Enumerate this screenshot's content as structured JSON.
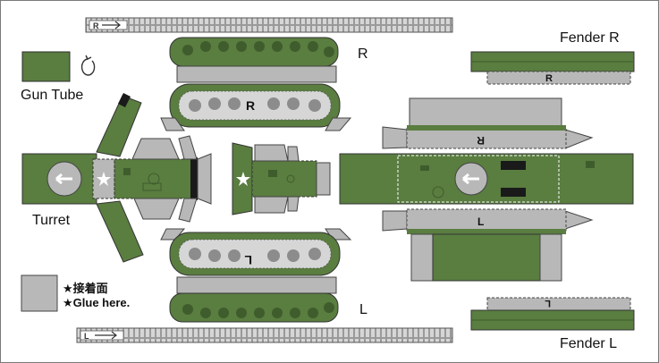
{
  "labels": {
    "gun_tube": "Gun Tube",
    "turret": "Turret",
    "fender_r": "Fender R",
    "fender_l": "Fender L",
    "side_r": "R",
    "side_l": "L",
    "hull_r": "R",
    "hull_l": "L",
    "track_r": "R",
    "track_l": "L",
    "fender_r_mark": "R",
    "fender_l_mark": "L"
  },
  "legend": {
    "glue_jp": "★接着面",
    "glue_en": "★Glue here."
  },
  "colors": {
    "green": "#5a7d40",
    "dark_green": "#3f5d2c",
    "gray": "#b8b8b8",
    "dark_gray": "#8c8c8c",
    "black": "#1a1a1a"
  }
}
